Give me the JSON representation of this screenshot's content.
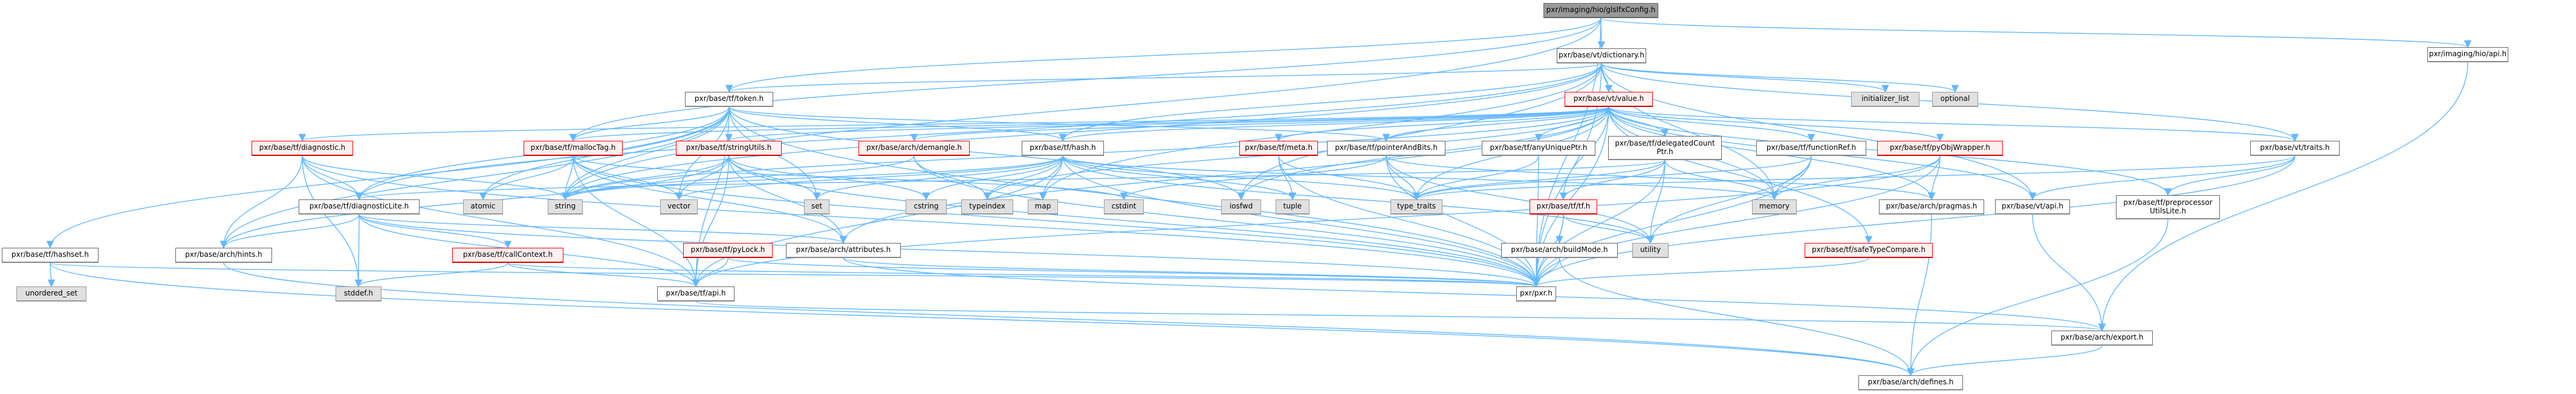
{
  "colors": {
    "edge": "#63b8ff",
    "root_fill": "#999999",
    "external_fill": "#e0e0e0",
    "incomplete_border": "#ff0000",
    "incomplete_fill": "#fff0f0"
  },
  "nodes": [
    {
      "id": "glslfxConfig",
      "label": "pxr/imaging/hio/glslfxConfig.h",
      "kind": "root"
    },
    {
      "id": "dictionary",
      "label": "pxr/base/vt/dictionary.h",
      "kind": "normal"
    },
    {
      "id": "hioApi",
      "label": "pxr/imaging/hio/api.h",
      "kind": "normal"
    },
    {
      "id": "token",
      "label": "pxr/base/tf/token.h",
      "kind": "normal"
    },
    {
      "id": "value",
      "label": "pxr/base/vt/value.h",
      "kind": "red"
    },
    {
      "id": "initializer_list",
      "label": "initializer_list",
      "kind": "ext"
    },
    {
      "id": "optional",
      "label": "optional",
      "kind": "ext"
    },
    {
      "id": "diagnostic",
      "label": "pxr/base/tf/diagnostic.h",
      "kind": "red"
    },
    {
      "id": "mallocTag",
      "label": "pxr/base/tf/mallocTag.h",
      "kind": "red"
    },
    {
      "id": "stringUtils",
      "label": "pxr/base/tf/stringUtils.h",
      "kind": "red"
    },
    {
      "id": "demangle",
      "label": "pxr/base/arch/demangle.h",
      "kind": "red"
    },
    {
      "id": "hash",
      "label": "pxr/base/tf/hash.h",
      "kind": "normal"
    },
    {
      "id": "meta",
      "label": "pxr/base/tf/meta.h",
      "kind": "red"
    },
    {
      "id": "pointerAndBits",
      "label": "pxr/base/tf/pointerAndBits.h",
      "kind": "normal"
    },
    {
      "id": "anyUniquePtr",
      "label": "pxr/base/tf/anyUniquePtr.h",
      "kind": "normal"
    },
    {
      "id": "delegatedCountPtr",
      "label": "pxr/base/tf/delegatedCount\nPtr.h",
      "kind": "normal"
    },
    {
      "id": "functionRef",
      "label": "pxr/base/tf/functionRef.h",
      "kind": "normal"
    },
    {
      "id": "pyObjWrapper",
      "label": "pxr/base/tf/pyObjWrapper.h",
      "kind": "red"
    },
    {
      "id": "vtTraits",
      "label": "pxr/base/vt/traits.h",
      "kind": "normal"
    },
    {
      "id": "hashset",
      "label": "pxr/base/tf/hashset.h",
      "kind": "normal"
    },
    {
      "id": "diagnosticLite",
      "label": "pxr/base/tf/diagnosticLite.h",
      "kind": "normal"
    },
    {
      "id": "atomic",
      "label": "atomic",
      "kind": "ext"
    },
    {
      "id": "string",
      "label": "string",
      "kind": "ext"
    },
    {
      "id": "vector",
      "label": "vector",
      "kind": "ext"
    },
    {
      "id": "set",
      "label": "set",
      "kind": "ext"
    },
    {
      "id": "cstring",
      "label": "cstring",
      "kind": "ext"
    },
    {
      "id": "typeindex",
      "label": "typeindex",
      "kind": "ext"
    },
    {
      "id": "map",
      "label": "map",
      "kind": "ext"
    },
    {
      "id": "cstdint",
      "label": "cstdint",
      "kind": "ext"
    },
    {
      "id": "iosfwd",
      "label": "iosfwd",
      "kind": "ext"
    },
    {
      "id": "tuple",
      "label": "tuple",
      "kind": "ext"
    },
    {
      "id": "type_traits",
      "label": "type_traits",
      "kind": "ext"
    },
    {
      "id": "tf",
      "label": "pxr/base/tf/tf.h",
      "kind": "red"
    },
    {
      "id": "memory",
      "label": "memory",
      "kind": "ext"
    },
    {
      "id": "pragmas",
      "label": "pxr/base/arch/pragmas.h",
      "kind": "normal"
    },
    {
      "id": "vtApi",
      "label": "pxr/base/vt/api.h",
      "kind": "normal"
    },
    {
      "id": "preprocessorUtilsLite",
      "label": "pxr/base/tf/preprocessor\nUtilsLite.h",
      "kind": "normal"
    },
    {
      "id": "unordered_set",
      "label": "unordered_set",
      "kind": "ext"
    },
    {
      "id": "hints",
      "label": "pxr/base/arch/hints.h",
      "kind": "normal"
    },
    {
      "id": "callContext",
      "label": "pxr/base/tf/callContext.h",
      "kind": "red"
    },
    {
      "id": "pyLock",
      "label": "pxr/base/tf/pyLock.h",
      "kind": "red"
    },
    {
      "id": "attributes",
      "label": "pxr/base/arch/attributes.h",
      "kind": "normal"
    },
    {
      "id": "buildMode",
      "label": "pxr/base/arch/buildMode.h",
      "kind": "normal"
    },
    {
      "id": "utility",
      "label": "utility",
      "kind": "ext"
    },
    {
      "id": "safeTypeCompare",
      "label": "pxr/base/tf/safeTypeCompare.h",
      "kind": "red"
    },
    {
      "id": "stddef",
      "label": "stddef.h",
      "kind": "ext"
    },
    {
      "id": "tfApi",
      "label": "pxr/base/tf/api.h",
      "kind": "normal"
    },
    {
      "id": "pxr",
      "label": "pxr/pxr.h",
      "kind": "normal"
    },
    {
      "id": "export",
      "label": "pxr/base/arch/export.h",
      "kind": "normal"
    },
    {
      "id": "defines",
      "label": "pxr/base/arch/defines.h",
      "kind": "normal"
    }
  ],
  "edges": [
    [
      "glslfxConfig",
      "dictionary"
    ],
    [
      "glslfxConfig",
      "hioApi"
    ],
    [
      "glslfxConfig",
      "token"
    ],
    [
      "glslfxConfig",
      "pxr"
    ],
    [
      "glslfxConfig",
      "string"
    ],
    [
      "glslfxConfig",
      "mallocTag"
    ],
    [
      "dictionary",
      "value"
    ],
    [
      "dictionary",
      "initializer_list"
    ],
    [
      "dictionary",
      "optional"
    ],
    [
      "dictionary",
      "token"
    ],
    [
      "dictionary",
      "hash"
    ],
    [
      "dictionary",
      "vtApi"
    ],
    [
      "dictionary",
      "vtTraits"
    ],
    [
      "dictionary",
      "iosfwd"
    ],
    [
      "dictionary",
      "map"
    ],
    [
      "dictionary",
      "memory"
    ],
    [
      "dictionary",
      "string"
    ],
    [
      "dictionary",
      "pxr"
    ],
    [
      "dictionary",
      "diagnosticLite"
    ],
    [
      "hioApi",
      "export"
    ],
    [
      "token",
      "hash"
    ],
    [
      "token",
      "diagnosticLite"
    ],
    [
      "token",
      "pointerAndBits"
    ],
    [
      "token",
      "tfApi"
    ],
    [
      "token",
      "pxr"
    ],
    [
      "token",
      "hashset"
    ],
    [
      "token",
      "iosfwd"
    ],
    [
      "token",
      "string"
    ],
    [
      "token",
      "vector"
    ],
    [
      "token",
      "set"
    ],
    [
      "token",
      "atomic"
    ],
    [
      "token",
      "mallocTag"
    ],
    [
      "token",
      "hints"
    ],
    [
      "value",
      "demangle"
    ],
    [
      "value",
      "stringUtils"
    ],
    [
      "value",
      "meta"
    ],
    [
      "value",
      "pointerAndBits"
    ],
    [
      "value",
      "anyUniquePtr"
    ],
    [
      "value",
      "delegatedCountPtr"
    ],
    [
      "value",
      "functionRef"
    ],
    [
      "value",
      "pyObjWrapper"
    ],
    [
      "value",
      "vtTraits"
    ],
    [
      "value",
      "vtApi"
    ],
    [
      "value",
      "tf"
    ],
    [
      "value",
      "safeTypeCompare"
    ],
    [
      "value",
      "type_traits"
    ],
    [
      "value",
      "typeindex"
    ],
    [
      "value",
      "iosfwd"
    ],
    [
      "value",
      "memory"
    ],
    [
      "value",
      "pragmas"
    ],
    [
      "value",
      "hash"
    ],
    [
      "value",
      "pxr"
    ],
    [
      "value",
      "diagnostic"
    ],
    [
      "value",
      "mallocTag"
    ],
    [
      "value",
      "string"
    ],
    [
      "value",
      "preprocessorUtilsLite"
    ],
    [
      "value",
      "attributes"
    ],
    [
      "diagnostic",
      "diagnosticLite"
    ],
    [
      "diagnostic",
      "string"
    ],
    [
      "diagnostic",
      "hints"
    ],
    [
      "diagnostic",
      "tfApi"
    ],
    [
      "diagnostic",
      "stddef"
    ],
    [
      "diagnostic",
      "pxr"
    ],
    [
      "mallocTag",
      "atomic"
    ],
    [
      "mallocTag",
      "string"
    ],
    [
      "mallocTag",
      "vector"
    ],
    [
      "mallocTag",
      "tfApi"
    ],
    [
      "mallocTag",
      "pxr"
    ],
    [
      "mallocTag",
      "attributes"
    ],
    [
      "mallocTag",
      "cstdint"
    ],
    [
      "stringUtils",
      "vector"
    ],
    [
      "stringUtils",
      "set"
    ],
    [
      "stringUtils",
      "string"
    ],
    [
      "stringUtils",
      "cstring"
    ],
    [
      "stringUtils",
      "attributes"
    ],
    [
      "stringUtils",
      "tfApi"
    ],
    [
      "stringUtils",
      "pxr"
    ],
    [
      "stringUtils",
      "hints"
    ],
    [
      "demangle",
      "typeindex"
    ],
    [
      "demangle",
      "string"
    ],
    [
      "demangle",
      "pxr"
    ],
    [
      "hash",
      "map"
    ],
    [
      "hash",
      "set"
    ],
    [
      "hash",
      "vector"
    ],
    [
      "hash",
      "cstring"
    ],
    [
      "hash",
      "typeindex"
    ],
    [
      "hash",
      "tuple"
    ],
    [
      "hash",
      "utility"
    ],
    [
      "hash",
      "type_traits"
    ],
    [
      "hash",
      "string"
    ],
    [
      "hash",
      "memory"
    ],
    [
      "hash",
      "tfApi"
    ],
    [
      "hash",
      "pxr"
    ],
    [
      "meta",
      "tuple"
    ],
    [
      "meta",
      "type_traits"
    ],
    [
      "meta",
      "pxr"
    ],
    [
      "pointerAndBits",
      "type_traits"
    ],
    [
      "pointerAndBits",
      "utility"
    ],
    [
      "pointerAndBits",
      "cstdint"
    ],
    [
      "pointerAndBits",
      "pxr"
    ],
    [
      "pointerAndBits",
      "pragmas"
    ],
    [
      "anyUniquePtr",
      "type_traits"
    ],
    [
      "anyUniquePtr",
      "pxr"
    ],
    [
      "delegatedCountPtr",
      "type_traits"
    ],
    [
      "delegatedCountPtr",
      "memory"
    ],
    [
      "delegatedCountPtr",
      "utility"
    ],
    [
      "delegatedCountPtr",
      "tf"
    ],
    [
      "delegatedCountPtr",
      "pxr"
    ],
    [
      "delegatedCountPtr",
      "diagnosticLite"
    ],
    [
      "functionRef",
      "memory"
    ],
    [
      "functionRef",
      "type_traits"
    ],
    [
      "functionRef",
      "utility"
    ],
    [
      "functionRef",
      "pxr"
    ],
    [
      "pyObjWrapper",
      "pragmas"
    ],
    [
      "pyObjWrapper",
      "memory"
    ],
    [
      "pyObjWrapper",
      "tfApi"
    ],
    [
      "pyObjWrapper",
      "pxr"
    ],
    [
      "vtTraits",
      "vtApi"
    ],
    [
      "vtTraits",
      "preprocessorUtilsLite"
    ],
    [
      "vtTraits",
      "type_traits"
    ],
    [
      "vtTraits",
      "pxr"
    ],
    [
      "hashset",
      "unordered_set"
    ],
    [
      "hashset",
      "pxr"
    ],
    [
      "hashset",
      "defines"
    ],
    [
      "diagnosticLite",
      "hints"
    ],
    [
      "diagnosticLite",
      "callContext"
    ],
    [
      "diagnosticLite",
      "tfApi"
    ],
    [
      "diagnosticLite",
      "stddef"
    ],
    [
      "diagnosticLite",
      "pxr"
    ],
    [
      "diagnosticLite",
      "attributes"
    ],
    [
      "tf",
      "buildMode"
    ],
    [
      "tf",
      "utility"
    ],
    [
      "tf",
      "pxr"
    ],
    [
      "pragmas",
      "defines"
    ],
    [
      "vtApi",
      "export"
    ],
    [
      "preprocessorUtilsLite",
      "defines"
    ],
    [
      "hints",
      "defines"
    ],
    [
      "callContext",
      "stddef"
    ],
    [
      "callContext",
      "tfApi"
    ],
    [
      "callContext",
      "pxr"
    ],
    [
      "pyLock",
      "tfApi"
    ],
    [
      "pyLock",
      "pxr"
    ],
    [
      "attributes",
      "pxr"
    ],
    [
      "attributes",
      "export"
    ],
    [
      "buildMode",
      "defines"
    ],
    [
      "buildMode",
      "pxr"
    ],
    [
      "safeTypeCompare",
      "pxr"
    ],
    [
      "tfApi",
      "export"
    ],
    [
      "export",
      "defines"
    ]
  ]
}
